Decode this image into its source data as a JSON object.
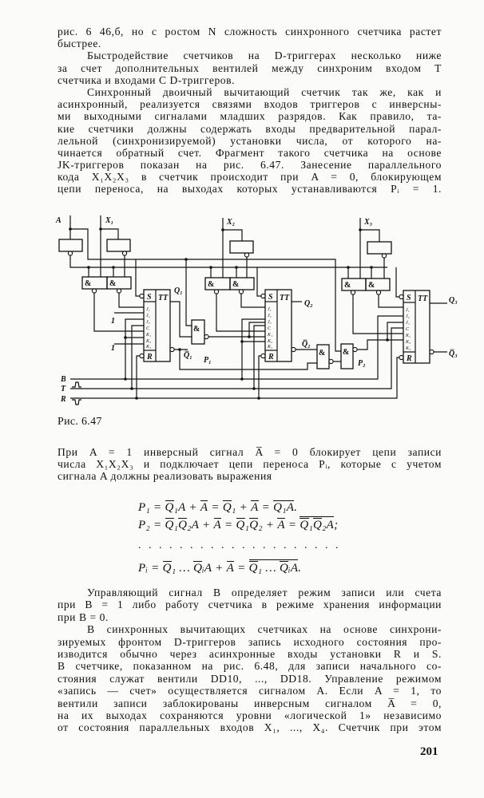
{
  "paragraph_1_lines": [
    "рис. 6 46,б, но с ростом N сложность синхронного счетчика растет",
    "быстрее.",
    "Быстродействие счетчиков на D-триггерах несколько ниже",
    "за счет дополнительных вентилей между синхроним входом T",
    "счетчика и входами C D-триггеров.",
    "Синхронный двоичный вычитающий счетчик так же, как и",
    "асинхронный, реализуется связями входов триггеров с инверсны-",
    "ми выходными сигналами младших разрядов. Как правило, та-",
    "кие счетчики должны содержать входы предварительной парал-",
    "лельной (синхронизируемой) установки числа, от которого на-",
    "чинается обратный счет. Фрагмент такого счетчика на основе",
    "JK-триггеров показан на рис. 6.47. Занесение параллельного",
    "кода X₁X₂X₃ в счетчик происходит при A = 0, блокирующем",
    "цепи переноса, на выходах которых устанавливаются Pᵢ = 1."
  ],
  "figure": {
    "caption": "Рис. 6.47",
    "labels": {
      "A": "A",
      "X1": "X₁",
      "X2": "X₂",
      "X3": "X₃",
      "Q1": "Q₁",
      "Q1_inv": "Q̅₁",
      "Q2": "Q₂",
      "Q2_inv": "Q̅₂",
      "Q3": "Q₃",
      "Q3_inv": "Q̅₃",
      "P1": "P₁",
      "P2": "P₂",
      "B": "B",
      "T": "T",
      "R": "R",
      "one": "1",
      "and": "&",
      "tt": "TT",
      "s": "S",
      "r": "R",
      "pins": [
        "J₁",
        "J₂",
        "J₃",
        "C",
        "K₁",
        "K₂",
        "K₃"
      ]
    }
  },
  "paragraph_2_lines": [
    "При A = 1 инверсный сигнал A̅ = 0 блокирует цепи записи",
    "числа X₁X₂X₃ и подключает цепи переноса Pᵢ, которые с учетом",
    "сигнала A должны реализовать выражения"
  ],
  "formulas": [
    [
      "P₁ = ",
      {
        "ov": [
          "Q"
        ]
      },
      "₁A + ",
      {
        "ov": [
          "A"
        ]
      },
      " = ",
      {
        "ov": [
          "Q"
        ]
      },
      "₁ + ",
      {
        "ov": [
          "A"
        ]
      },
      " = ",
      {
        "ov": [
          "Q₁A"
        ]
      },
      "."
    ],
    [
      "P₂ = ",
      {
        "ov": [
          "Q"
        ]
      },
      "₁",
      {
        "ov": [
          "Q"
        ]
      },
      "₂A + ",
      {
        "ov": [
          "A"
        ]
      },
      " = ",
      {
        "ov": [
          "Q"
        ]
      },
      "₁",
      {
        "ov": [
          "Q"
        ]
      },
      "₂ + ",
      {
        "ov": [
          "A"
        ]
      },
      " = ",
      {
        "ov": [
          {
            "ov": [
              "Q"
            ]
          },
          "₁",
          {
            "ov": [
              "Q"
            ]
          },
          "₂A"
        ]
      },
      ";"
    ],
    [
      "Pᵢ = ",
      {
        "ov": [
          "Q"
        ]
      },
      "₁ … ",
      {
        "ov": [
          "Q"
        ]
      },
      "ᵢA + ",
      {
        "ov": [
          "A"
        ]
      },
      " = ",
      {
        "ov": [
          {
            "ov": [
              "Q"
            ]
          },
          "₁ … ",
          {
            "ov": [
              "Q"
            ]
          },
          "ᵢA"
        ]
      },
      "."
    ]
  ],
  "formula_dots": "....................",
  "paragraph_3_lines": [
    "Управляющий сигнал B определяет режим записи или счета",
    "при B = 1 либо работу счетчика в режиме хранения информации",
    "при  B = 0.",
    "В синхронных вычитающих счетчиках на основе синхрони-",
    "зируемых фронтом D-триггеров запись исходного состояния про-",
    "изводится обычно через асинхронные входы установки R и S.",
    "В счетчике, показанном на рис. 6.48, для записи начального со-",
    "стояния служат вентили DD10, ..., DD18. Управление режимом",
    "«запись — счет» осуществляется сигналом A. Если A = 1, то",
    "вентили записи заблокированы инверсным сигналом A̅ = 0,",
    "на их выходах сохраняются уровни «логической 1» независимо",
    "от состояния параллельных входов X₁, ..., X₄. Счетчик при этом"
  ],
  "page_number": "201"
}
